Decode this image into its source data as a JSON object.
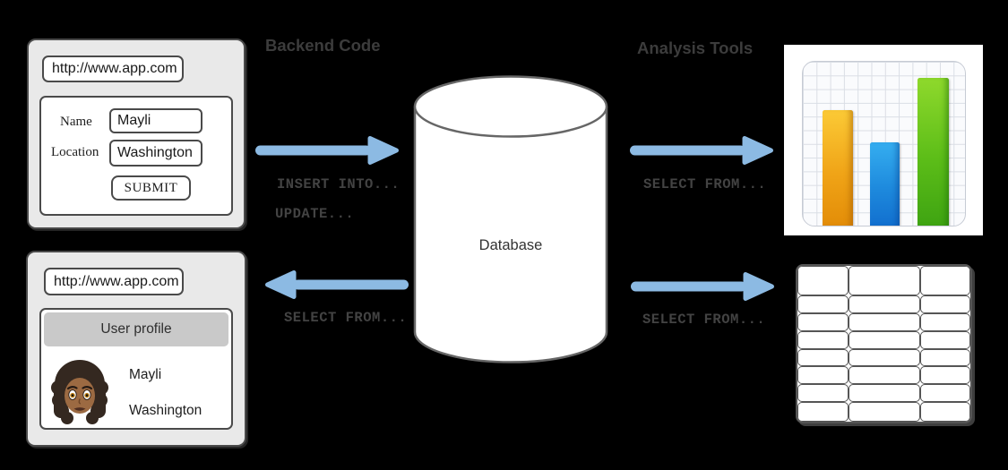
{
  "headings": {
    "backend_code": "Backend Code",
    "analysis_tools": "Analysis Tools"
  },
  "form_window": {
    "url": "http://www.app.com",
    "name_label": "Name",
    "name_value": "Mayli",
    "location_label": "Location",
    "location_value": "Washington",
    "submit_label": "SUBMIT"
  },
  "profile_window": {
    "url": "http://www.app.com",
    "header": "User profile",
    "avatar": "woman-curly-hair-dark-skin-emoji",
    "name": "Mayli",
    "location": "Washington"
  },
  "database": {
    "label": "Database"
  },
  "labels": {
    "insert": "INSERT INTO...",
    "update": "UPDATE...",
    "select_top_right": "SELECT FROM...",
    "select_bottom_left": "SELECT FROM...",
    "select_bottom_right": "SELECT FROM..."
  },
  "icons": {
    "chart": "bar-chart-icon",
    "table": "table-icon"
  },
  "colors": {
    "background": "#000000",
    "arrow_blue": "#8cbae3",
    "heading_text": "#3c3c3c",
    "code_text": "#434343",
    "window_bg": "#e9e9e9",
    "border_dark": "#4a4a4a",
    "profile_header_bg": "#c9c9c9",
    "bar_orange": "#f0a417",
    "bar_blue": "#1e8add",
    "bar_green": "#5cbd18"
  }
}
